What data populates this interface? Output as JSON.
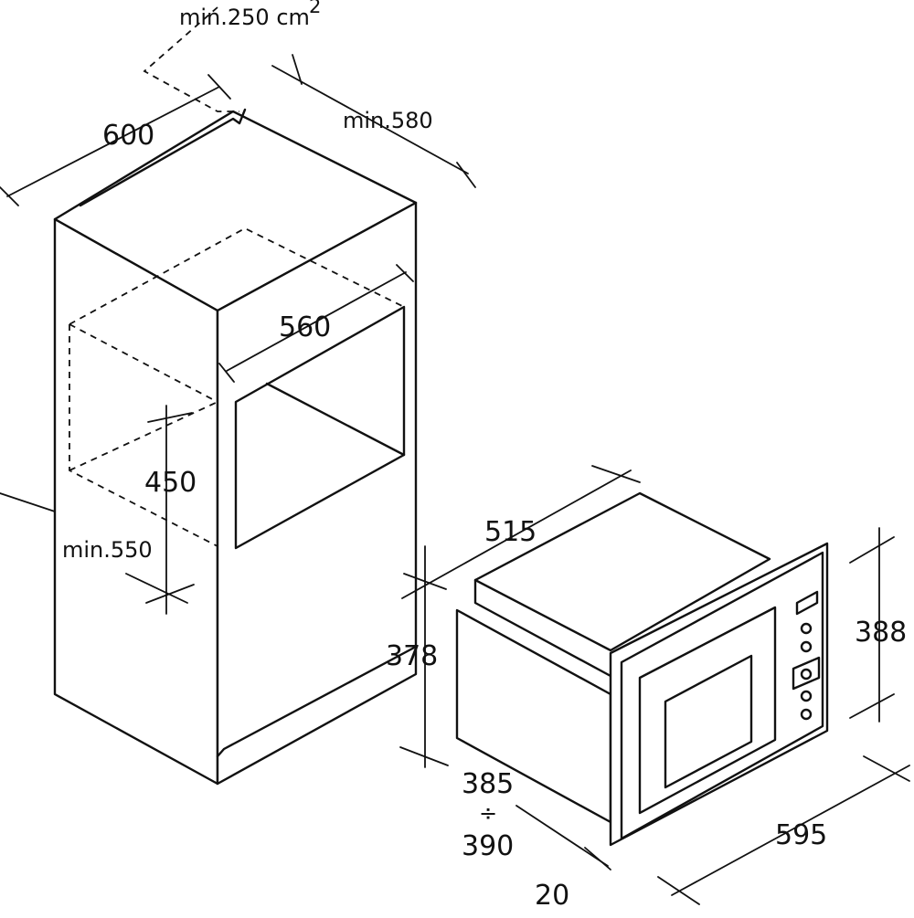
{
  "ventilation": {
    "label": "min.250 cm",
    "superscript": "2"
  },
  "cabinet": {
    "width": "600",
    "depth": "min.580",
    "niche_width": "560",
    "niche_height": "450",
    "base_height": "min.550"
  },
  "appliance": {
    "depth": "515",
    "body_height": "378",
    "front_height": "388",
    "body_width_min": "385",
    "body_width_range_symbol": "÷",
    "body_width_max": "390",
    "front_width": "595",
    "front_thickness": "20"
  }
}
